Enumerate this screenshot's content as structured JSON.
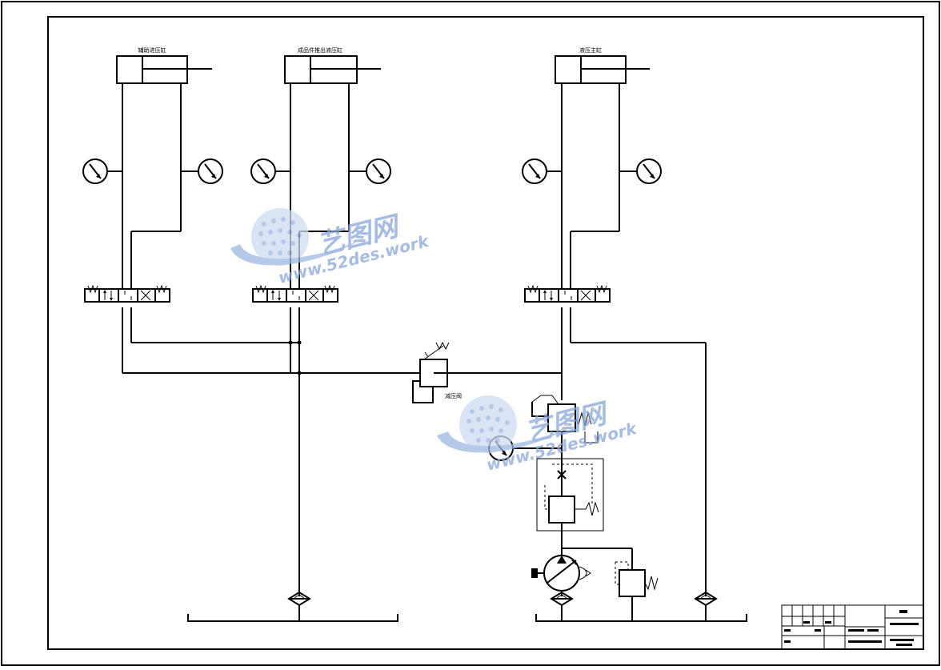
{
  "diagram": {
    "cylinders": [
      {
        "label": "辅助进压缸"
      },
      {
        "label": "成品件推出液压缸"
      },
      {
        "label": "液压主缸"
      }
    ],
    "pressure_reducing_valve": {
      "label": "减压阀"
    }
  },
  "watermarks": [
    {
      "brand": "艺图网",
      "url": "www.52des.work"
    },
    {
      "brand": "艺图网",
      "url": "www.52des.work"
    }
  ],
  "colors": {
    "line": "#000000",
    "watermark": "#8aa6da"
  }
}
